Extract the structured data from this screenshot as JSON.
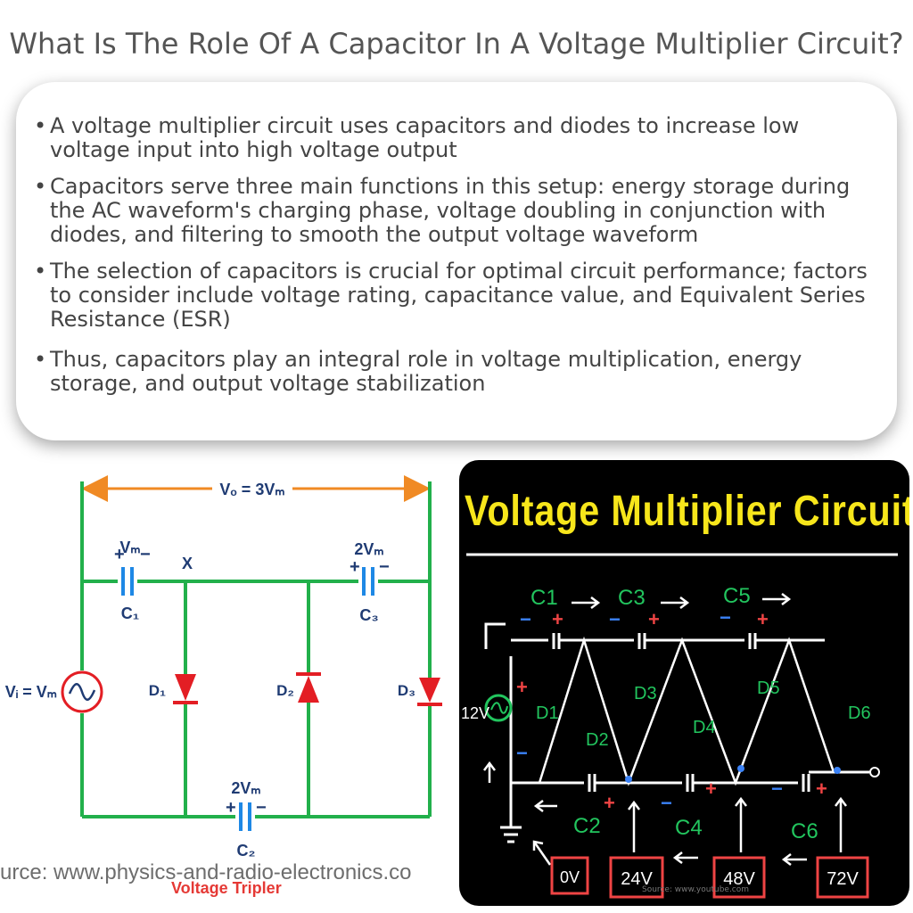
{
  "page": {
    "title": "What Is The Role Of A Capacitor In A Voltage Multiplier Circuit?",
    "bullets": [
      "A voltage multiplier circuit uses capacitors and diodes to increase low voltage input into high voltage output",
      "Capacitors serve three main functions in this setup: energy storage during the AC waveform's charging phase, voltage doubling in conjunction with diodes, and filtering to smooth the output voltage waveform",
      "The selection of capacitors is crucial for optimal circuit performance; factors to consider include voltage rating, capacitance value, and Equivalent Series Resistance (ESR)",
      "Thus, capacitors play an integral role in voltage multiplication, energy storage, and output voltage stabilization"
    ],
    "bullet_char": "•"
  },
  "left_diagram": {
    "output_label": "Vₒ = 3Vₘ",
    "input_label": "Vᵢ = Vₘ",
    "node_label": "X",
    "c1": {
      "name": "C₁",
      "voltage": "Vₘ"
    },
    "c2": {
      "name": "C₂",
      "voltage": "2Vₘ"
    },
    "c3": {
      "name": "C₃",
      "voltage": "2Vₘ"
    },
    "d1": "D₁",
    "d2": "D₂",
    "d3": "D₃",
    "plus": "+",
    "minus": "−",
    "source_text": "urce: www.physics-and-radio-electronics.co",
    "caption": "Voltage Tripler",
    "colors": {
      "wire": "#22b04b",
      "diode": "#e31e24",
      "cap": "#1e88e5",
      "arrow": "#f08a24",
      "text": "#1f3b73"
    }
  },
  "right_panel": {
    "title": "Voltage Multiplier Circuit",
    "input_voltage": "12V",
    "caps": [
      "C1",
      "C3",
      "C5",
      "C2",
      "C4",
      "C6"
    ],
    "diodes": [
      "D1",
      "D2",
      "D3",
      "D4",
      "D5",
      "D6"
    ],
    "outputs": [
      "0V",
      "24V",
      "48V",
      "72V"
    ],
    "watermark": "Source: www.youtube.com",
    "colors": {
      "title": "#f7e61b",
      "green": "#22c55e",
      "red": "#ef4444",
      "blue": "#3b82f6",
      "white": "#ffffff"
    }
  }
}
